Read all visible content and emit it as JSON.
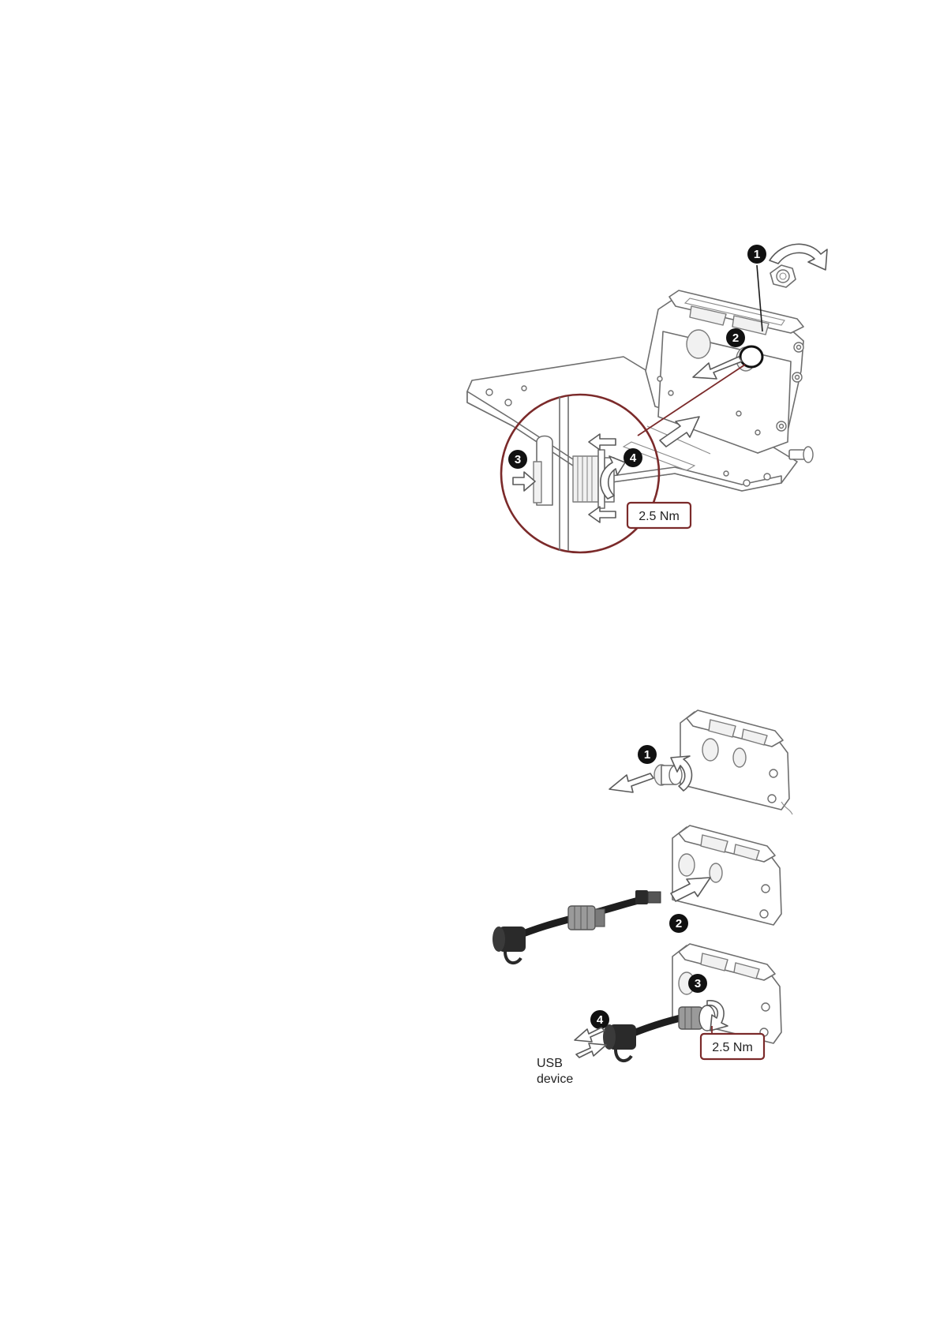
{
  "figure1": {
    "callouts": [
      "1",
      "2",
      "3",
      "4"
    ],
    "torque": "2.5 Nm"
  },
  "figure2": {
    "callouts": [
      "1",
      "2",
      "3",
      "4"
    ],
    "torque": "2.5 Nm",
    "usb_label_line1": "USB",
    "usb_label_line2": "device"
  },
  "colors": {
    "accent": "#7b2a2a",
    "line": "#6e6e6e",
    "badge": "#111111"
  },
  "icons": [
    "arrow-icon",
    "rotate-arrow-icon",
    "usb-cable-icon",
    "nut-icon",
    "detail-magnifier-icon"
  ]
}
